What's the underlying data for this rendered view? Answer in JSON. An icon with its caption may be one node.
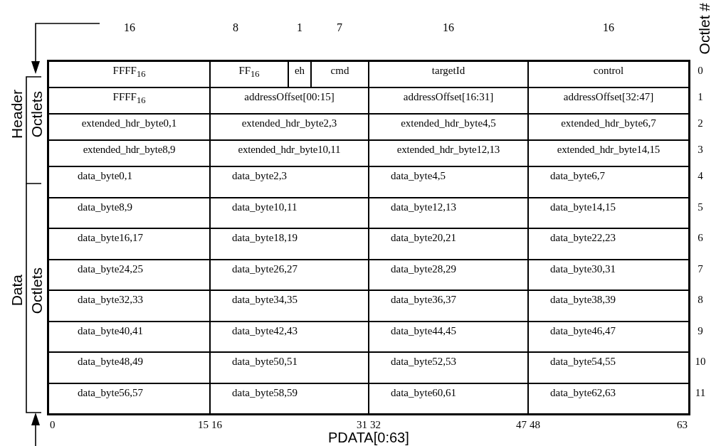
{
  "diagram": {
    "labels": [
      "Octlet #",
      "16",
      "8",
      "1",
      "7",
      "16",
      "16",
      "Header",
      "Octlets",
      "Data",
      "Octlets",
      "FFFF$_{16}$",
      "FF$_{16}$",
      "eh",
      "cmd",
      "targetId",
      "control",
      "0",
      "FFFF$_{16}$",
      "addressOffset[00:15]",
      "addressOffset[16:31]",
      "addressOffset[32:47]",
      "1",
      "extended_hdr_byte0,1",
      "extended_hdr_byte2,3",
      "extended_hdr_byte4,5",
      "extended_hdr_byte6,7",
      "2",
      "extended_hdr_byte8,9",
      "extended_hdr_byte10,11",
      "extended_hdr_byte12,13",
      "extended_hdr_byte14,15",
      "3",
      "data_byte0,1",
      "data_byte2,3",
      "data_byte4,5",
      "data_byte6,7",
      "4",
      "data_byte8,9",
      "data_byte10,11",
      "data_byte12,13",
      "data_byte14,15",
      "5",
      "data_byte16,17",
      "data_byte18,19",
      "data_byte20,21",
      "data_byte22,23",
      "6",
      "data_byte24,25",
      "data_byte26,27",
      "data_byte28,29",
      "data_byte30,31",
      "7",
      "data_byte32,33",
      "data_byte34,35",
      "data_byte36,37",
      "data_byte38,39",
      "8",
      "data_byte40,41",
      "data_byte42,43",
      "data_byte44,45",
      "data_byte46,47",
      "9",
      "data_byte48,49",
      "data_byte50,51",
      "data_byte52,53",
      "data_byte54,55",
      "10",
      "data_byte56,57",
      "data_byte58,59",
      "data_byte60,61",
      "data_byte62,63",
      "11",
      "0",
      "15",
      "16",
      "31",
      "32",
      "47",
      "48",
      "63",
      "PDATA[0:63]"
    ]
  }
}
